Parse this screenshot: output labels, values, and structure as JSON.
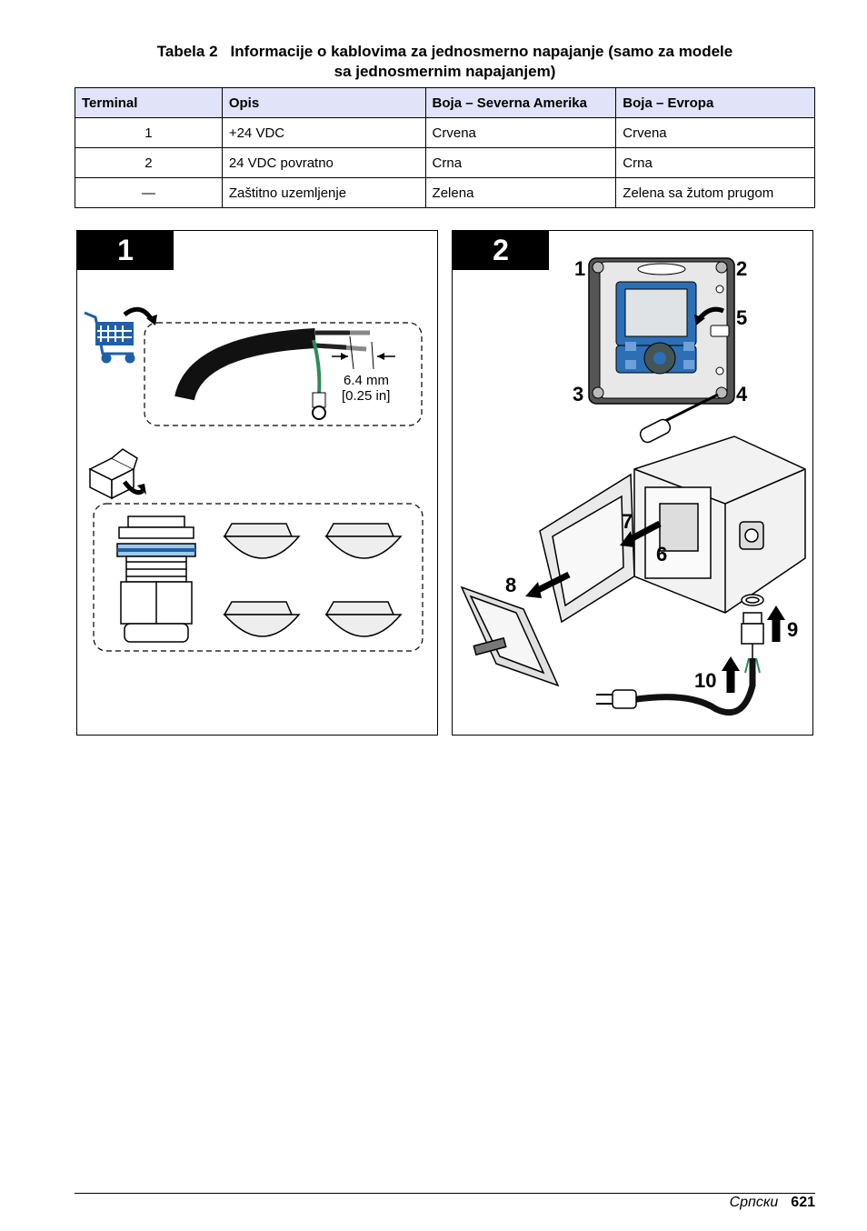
{
  "caption": {
    "number": "Tabela 2",
    "line1": "Informacije o kablovima za jednosmerno napajanje (samo za modele",
    "line2": "sa jednosmernim napajanjem)"
  },
  "table": {
    "headers": [
      "Terminal",
      "Opis",
      "Boja – Severna Amerika",
      "Boja – Evropa"
    ],
    "rows": [
      [
        "1",
        "+24 VDC",
        "Crvena",
        "Crvena"
      ],
      [
        "2",
        "24 VDC povratno",
        "Crna",
        "Crna"
      ],
      [
        "—",
        "Zaštitno uzemljenje",
        "Zelena",
        "Zelena sa žutom prugom"
      ]
    ]
  },
  "panel1": {
    "step": "1",
    "dim_mm": "6.4 mm",
    "dim_in": "[0.25 in]"
  },
  "panel2": {
    "step": "2",
    "callouts": [
      "1",
      "2",
      "3",
      "4",
      "5",
      "6",
      "7",
      "8",
      "9",
      "10"
    ]
  },
  "footer": {
    "language": "Српски",
    "page": "621"
  },
  "colors": {
    "header_bg": "#e1e3f8",
    "accent_blue": "#1f5fa8",
    "ground_green": "#2e8b57"
  }
}
